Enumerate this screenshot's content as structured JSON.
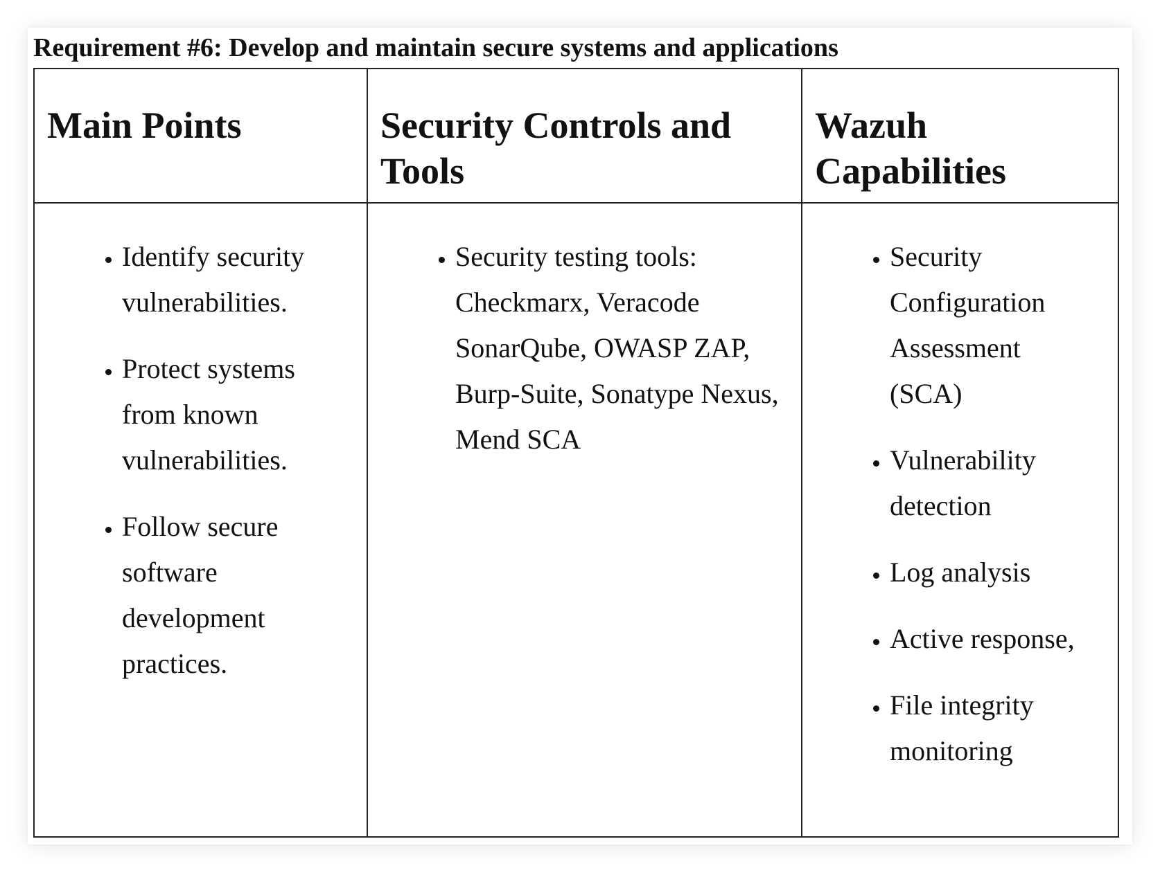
{
  "title": "Requirement #6: Develop and maintain secure systems and applications",
  "table": {
    "headers": [
      {
        "lines": [
          "Main Points"
        ]
      },
      {
        "lines": [
          "Security Controls and",
          "Tools"
        ]
      },
      {
        "lines": [
          "Wazuh",
          "Capabilities"
        ]
      }
    ],
    "columns": [
      {
        "items": [
          {
            "lines": [
              "Identify security",
              "vulnerabilities."
            ]
          },
          {
            "lines": [
              "Protect systems",
              "from known",
              "vulnerabilities."
            ]
          },
          {
            "lines": [
              "Follow secure",
              "software",
              "development",
              "practices."
            ]
          }
        ]
      },
      {
        "items": [
          {
            "lines": [
              "Security testing tools:",
              "Checkmarx, Veracode",
              "SonarQube, OWASP ZAP,",
              "Burp-Suite, Sonatype Nexus,",
              "Mend SCA"
            ]
          }
        ]
      },
      {
        "items": [
          {
            "lines": [
              "Security",
              "Configuration",
              "Assessment",
              "(SCA)"
            ]
          },
          {
            "lines": [
              "Vulnerability",
              "detection"
            ]
          },
          {
            "lines": [
              "Log analysis"
            ]
          },
          {
            "lines": [
              "Active response,"
            ]
          },
          {
            "lines": [
              "File integrity",
              "monitoring"
            ]
          }
        ]
      }
    ]
  }
}
